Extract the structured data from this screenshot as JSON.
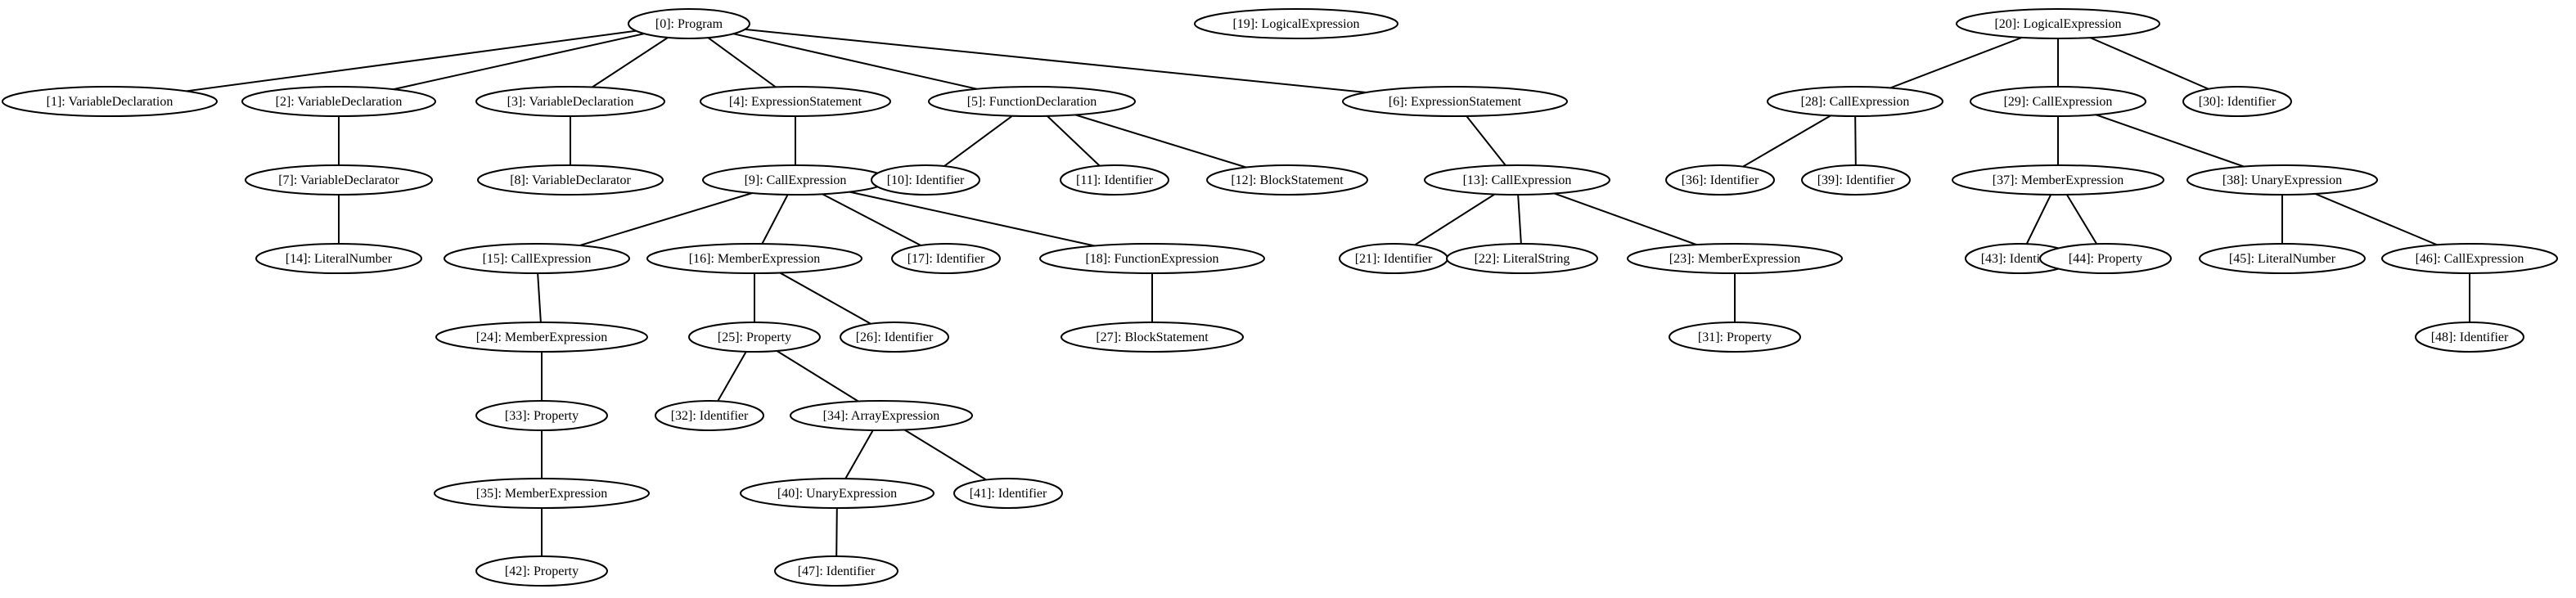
{
  "diagram": {
    "nodes": [
      {
        "id": 0,
        "label": "[0]: Program"
      },
      {
        "id": 1,
        "label": "[1]: VariableDeclaration"
      },
      {
        "id": 2,
        "label": "[2]: VariableDeclaration"
      },
      {
        "id": 3,
        "label": "[3]: VariableDeclaration"
      },
      {
        "id": 4,
        "label": "[4]: ExpressionStatement"
      },
      {
        "id": 5,
        "label": "[5]: FunctionDeclaration"
      },
      {
        "id": 6,
        "label": "[6]: ExpressionStatement"
      },
      {
        "id": 7,
        "label": "[7]: VariableDeclarator"
      },
      {
        "id": 8,
        "label": "[8]: VariableDeclarator"
      },
      {
        "id": 9,
        "label": "[9]: CallExpression"
      },
      {
        "id": 10,
        "label": "[10]: Identifier"
      },
      {
        "id": 11,
        "label": "[11]: Identifier"
      },
      {
        "id": 12,
        "label": "[12]: BlockStatement"
      },
      {
        "id": 13,
        "label": "[13]: CallExpression"
      },
      {
        "id": 14,
        "label": "[14]: LiteralNumber"
      },
      {
        "id": 15,
        "label": "[15]: CallExpression"
      },
      {
        "id": 16,
        "label": "[16]: MemberExpression"
      },
      {
        "id": 17,
        "label": "[17]: Identifier"
      },
      {
        "id": 18,
        "label": "[18]: FunctionExpression"
      },
      {
        "id": 19,
        "label": "[19]: LogicalExpression"
      },
      {
        "id": 20,
        "label": "[20]: LogicalExpression"
      },
      {
        "id": 21,
        "label": "[21]: Identifier"
      },
      {
        "id": 22,
        "label": "[22]: LiteralString"
      },
      {
        "id": 23,
        "label": "[23]: MemberExpression"
      },
      {
        "id": 24,
        "label": "[24]: MemberExpression"
      },
      {
        "id": 25,
        "label": "[25]: Property"
      },
      {
        "id": 26,
        "label": "[26]: Identifier"
      },
      {
        "id": 27,
        "label": "[27]: BlockStatement"
      },
      {
        "id": 28,
        "label": "[28]: CallExpression"
      },
      {
        "id": 29,
        "label": "[29]: CallExpression"
      },
      {
        "id": 30,
        "label": "[30]: Identifier"
      },
      {
        "id": 31,
        "label": "[31]: Property"
      },
      {
        "id": 32,
        "label": "[32]: Identifier"
      },
      {
        "id": 33,
        "label": "[33]: Property"
      },
      {
        "id": 34,
        "label": "[34]: ArrayExpression"
      },
      {
        "id": 35,
        "label": "[35]: MemberExpression"
      },
      {
        "id": 36,
        "label": "[36]: Identifier"
      },
      {
        "id": 37,
        "label": "[37]: MemberExpression"
      },
      {
        "id": 38,
        "label": "[38]: UnaryExpression"
      },
      {
        "id": 39,
        "label": "[39]: Identifier"
      },
      {
        "id": 40,
        "label": "[40]: UnaryExpression"
      },
      {
        "id": 41,
        "label": "[41]: Identifier"
      },
      {
        "id": 42,
        "label": "[42]: Property"
      },
      {
        "id": 43,
        "label": "[43]: Identifier"
      },
      {
        "id": 44,
        "label": "[44]: Property"
      },
      {
        "id": 45,
        "label": "[45]: LiteralNumber"
      },
      {
        "id": 46,
        "label": "[46]: CallExpression"
      },
      {
        "id": 47,
        "label": "[47]: Identifier"
      },
      {
        "id": 48,
        "label": "[48]: Identifier"
      }
    ],
    "edges": [
      [
        0,
        1
      ],
      [
        0,
        2
      ],
      [
        0,
        3
      ],
      [
        0,
        4
      ],
      [
        0,
        5
      ],
      [
        0,
        6
      ],
      [
        2,
        7
      ],
      [
        3,
        8
      ],
      [
        4,
        9
      ],
      [
        5,
        10
      ],
      [
        5,
        11
      ],
      [
        5,
        12
      ],
      [
        6,
        13
      ],
      [
        7,
        14
      ],
      [
        9,
        15
      ],
      [
        9,
        16
      ],
      [
        9,
        17
      ],
      [
        9,
        18
      ],
      [
        13,
        21
      ],
      [
        13,
        22
      ],
      [
        13,
        23
      ],
      [
        15,
        24
      ],
      [
        16,
        25
      ],
      [
        16,
        26
      ],
      [
        18,
        27
      ],
      [
        20,
        28
      ],
      [
        20,
        29
      ],
      [
        20,
        30
      ],
      [
        23,
        31
      ],
      [
        24,
        33
      ],
      [
        25,
        32
      ],
      [
        25,
        34
      ],
      [
        28,
        36
      ],
      [
        28,
        39
      ],
      [
        29,
        37
      ],
      [
        29,
        38
      ],
      [
        33,
        35
      ],
      [
        34,
        40
      ],
      [
        34,
        41
      ],
      [
        35,
        42
      ],
      [
        37,
        43
      ],
      [
        37,
        44
      ],
      [
        38,
        45
      ],
      [
        38,
        46
      ],
      [
        40,
        47
      ],
      [
        46,
        48
      ]
    ]
  }
}
